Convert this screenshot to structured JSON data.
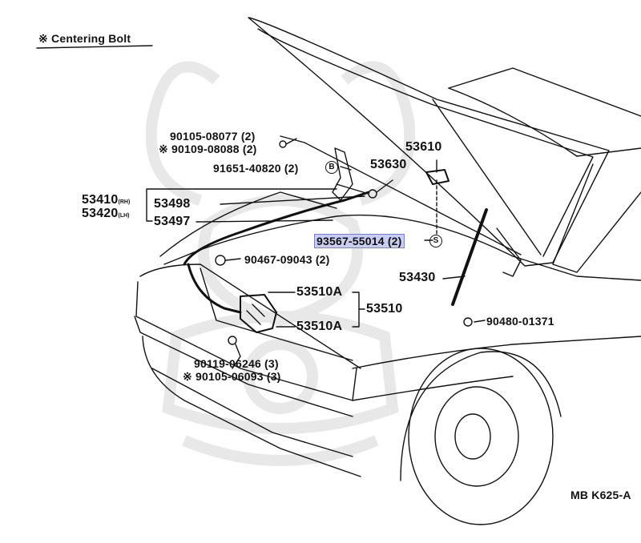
{
  "header": {
    "centering_bolt_note": "※ Centering Bolt"
  },
  "footer": {
    "diagram_code": "MB K625-A"
  },
  "parts": {
    "p90105_08077": "90105-08077 (2)",
    "p90109_08088": "※ 90109-08088 (2)",
    "p91651_40820": "91651-40820 (2)",
    "p53610": "53610",
    "p53630": "53630",
    "p53410": "53410",
    "p53410_sub": "(RH)",
    "p53498": "53498",
    "p53420": "53420",
    "p53420_sub": "(LH)",
    "p53497": "53497",
    "p93567_55014": "93567-55014 (2)",
    "p90467_09043": "90467-09043 (2)",
    "p53430": "53430",
    "p53510A_top": "53510A",
    "p53510": "53510",
    "p53510A_bottom": "53510A",
    "p90480_01371": "90480-01371",
    "p90119_06246": "90119-06246 (3)",
    "p90105_06093": "※ 90105-06093 (3)"
  },
  "markers": {
    "bolt_marker": "B",
    "screw_marker": "S"
  },
  "colors": {
    "line": "#111111",
    "highlight": "#c9cdf0",
    "watermark": "#e6e6e6"
  }
}
